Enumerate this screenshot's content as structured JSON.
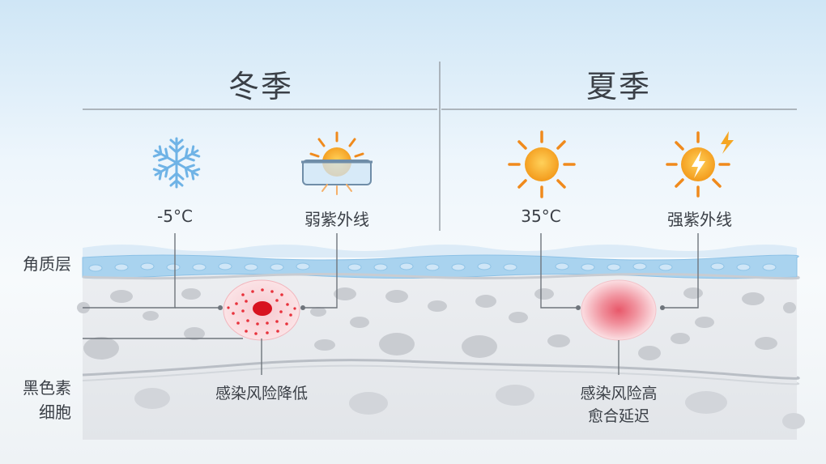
{
  "headers": {
    "winter": "冬季",
    "summer": "夏季"
  },
  "conditions": {
    "winter_temp": "-5°C",
    "winter_uv": "弱紫外线",
    "summer_temp": "35°C",
    "summer_uv": "强紫外线"
  },
  "layers": {
    "stratum_corneum": "角质层",
    "melanocyte_line1": "黑色素",
    "melanocyte_line2": "细胞"
  },
  "outcomes": {
    "winter": "感染风险降低",
    "summer_line1": "感染风险高",
    "summer_line2": "愈合延迟"
  },
  "icons": {
    "winter_temp": "snowflake-icon",
    "winter_uv": "sun-behind-shield-icon",
    "summer_temp": "sun-icon",
    "summer_uv": "sun-lightning-icon"
  },
  "colors": {
    "snowflake": "#6fb3e6",
    "sun": "#f5a623",
    "sun_ray": "#f08a1c",
    "lesion_winter": "#e8323c",
    "lesion_summer": "#e86a78",
    "skin_blue": "#a9d3ef"
  }
}
